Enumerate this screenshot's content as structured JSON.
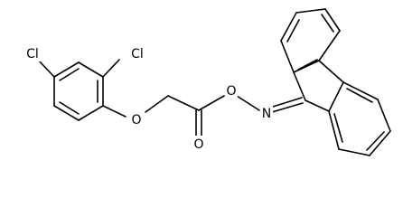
{
  "structure": {
    "atoms": {
      "cl_left": "Cl",
      "cl_right": "Cl",
      "o_ether": "O",
      "o_carbonyl": "O",
      "o_oxime": "O",
      "n_oxime": "N"
    }
  }
}
